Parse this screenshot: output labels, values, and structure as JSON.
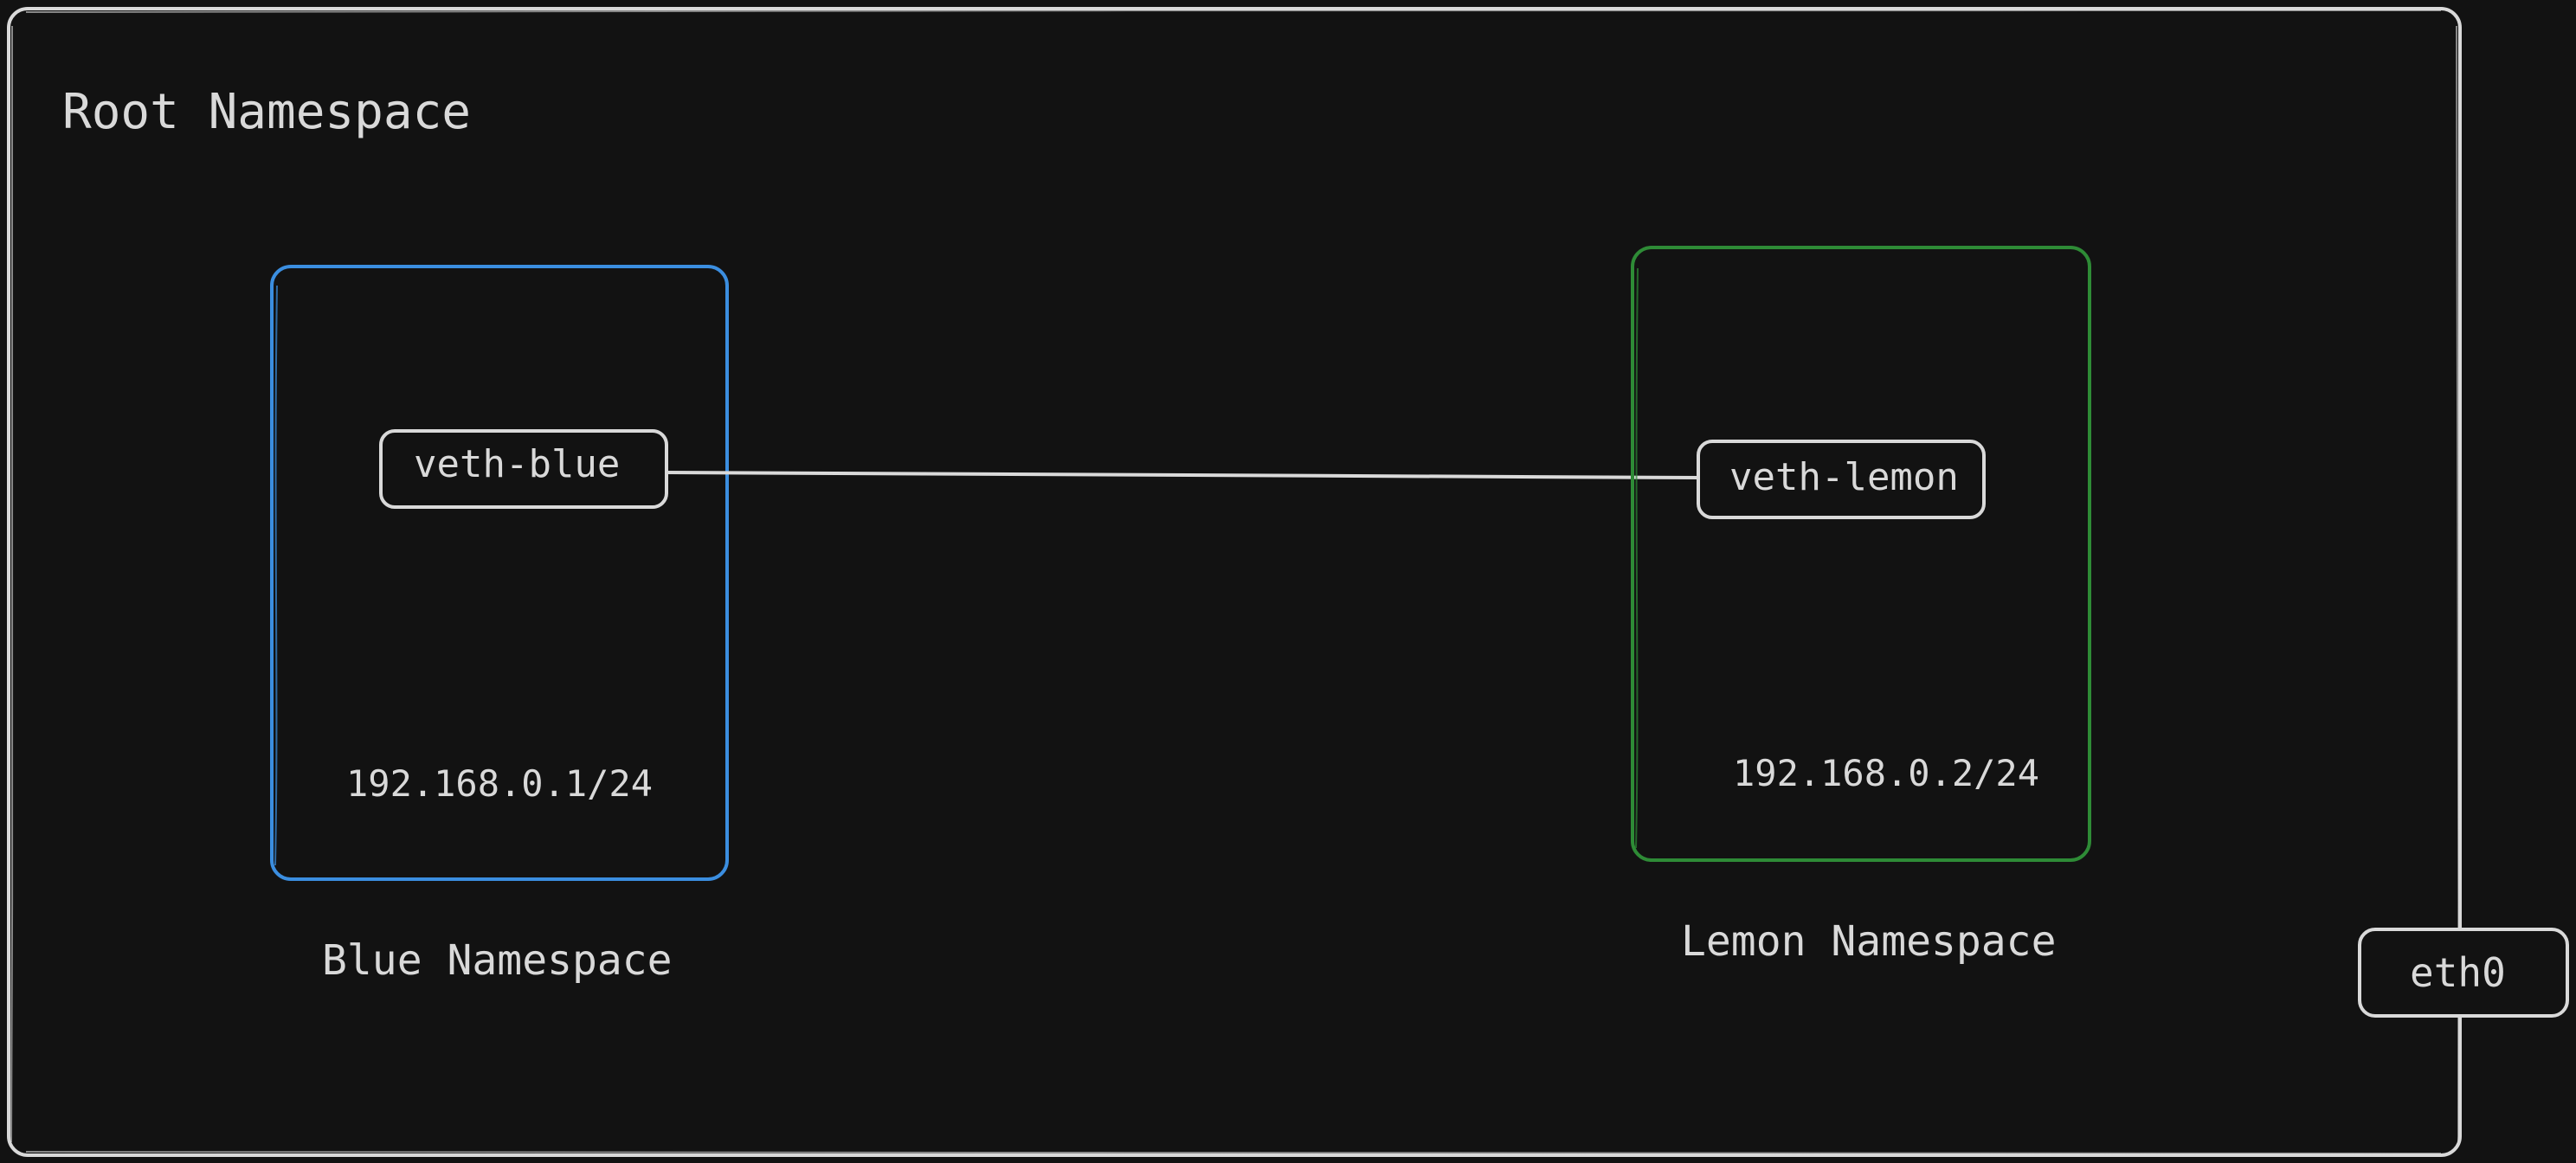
{
  "diagram": {
    "root": {
      "label": "Root Namespace"
    },
    "blue": {
      "label": "Blue Namespace",
      "interface": "veth-blue",
      "ip": "192.168.0.1/24"
    },
    "lemon": {
      "label": "Lemon Namespace",
      "interface": "veth-lemon",
      "ip": "192.168.0.2/24"
    },
    "host_interface": "eth0"
  },
  "colors": {
    "background": "#121212",
    "stroke": "#d9d9d9",
    "blue": "#3b8ee0",
    "green": "#2e8b36",
    "text": "#d9d9d9"
  }
}
